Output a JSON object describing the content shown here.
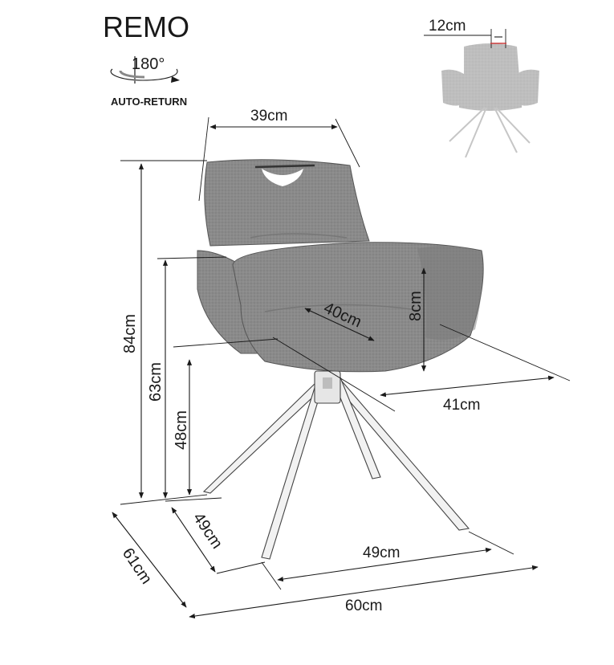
{
  "product": {
    "name": "REMO",
    "rotation_label": "180°",
    "feature_label": "AUTO-RETURN"
  },
  "dimensions": {
    "handle_width": "12cm",
    "back_width": "39cm",
    "total_height": "84cm",
    "armrest_height": "63cm",
    "seat_height": "48cm",
    "armrest_thickness": "8cm",
    "seat_depth": "40cm",
    "seat_width": "41cm",
    "base_depth": "49cm",
    "base_width": "49cm",
    "total_depth": "61cm",
    "total_width": "60cm"
  },
  "colors": {
    "fabric": "#8c8c8c",
    "fabric_dark": "#6e6e6e",
    "fabric_light": "#a3a3a3",
    "line": "#1a1a1a",
    "leg": "#d9d9d9"
  }
}
